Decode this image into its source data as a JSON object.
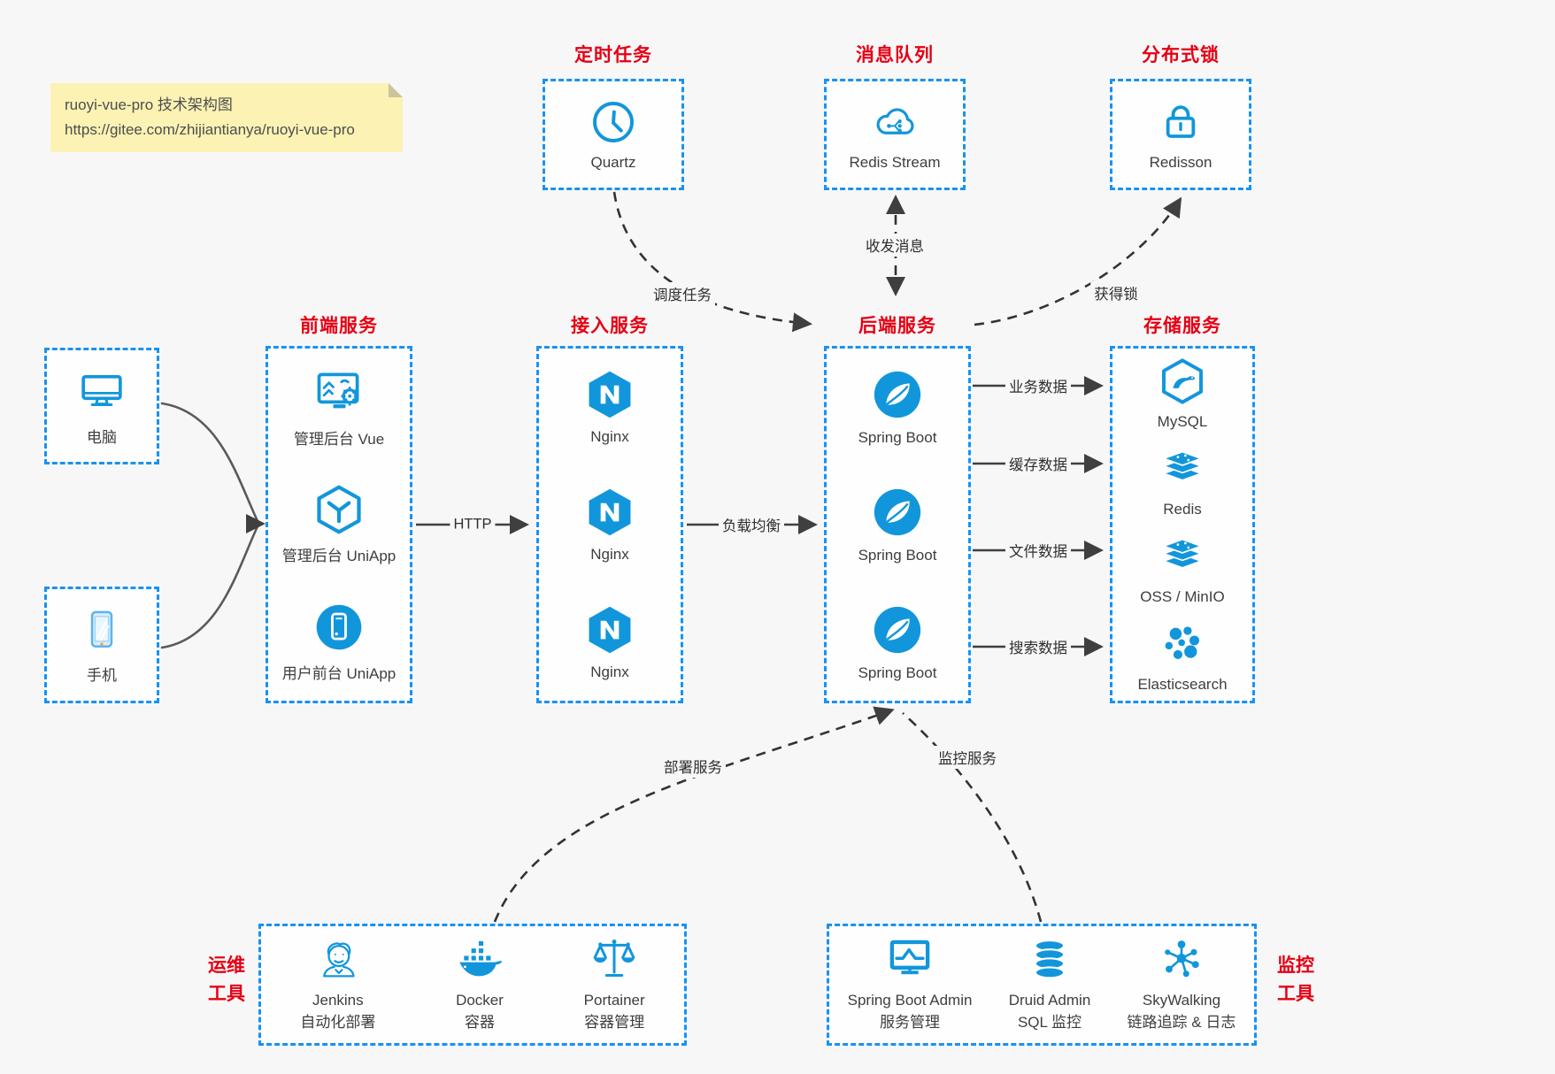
{
  "note": {
    "line1": "ruoyi-vue-pro 技术架构图",
    "line2": "https://gitee.com/zhijiantianya/ruoyi-vue-pro"
  },
  "top": {
    "scheduled": {
      "title": "定时任务",
      "item": {
        "label": "Quartz",
        "icon": "clock-icon"
      }
    },
    "mq": {
      "title": "消息队列",
      "item": {
        "label": "Redis Stream",
        "icon": "cloud-stream-icon"
      }
    },
    "lock": {
      "title": "分布式锁",
      "item": {
        "label": "Redisson",
        "icon": "lock-icon"
      }
    }
  },
  "clients": {
    "pc": {
      "label": "电脑",
      "icon": "desktop-icon"
    },
    "mobile": {
      "label": "手机",
      "icon": "phone-icon"
    }
  },
  "frontend": {
    "title": "前端服务",
    "items": [
      {
        "label": "管理后台 Vue",
        "icon": "admin-vue-icon"
      },
      {
        "label": "管理后台 UniApp",
        "icon": "uniapp-cube-icon"
      },
      {
        "label": "用户前台 UniApp",
        "icon": "user-uniapp-icon"
      }
    ]
  },
  "gateway": {
    "title": "接入服务",
    "items": [
      {
        "label": "Nginx",
        "icon": "nginx-icon"
      },
      {
        "label": "Nginx",
        "icon": "nginx-icon"
      },
      {
        "label": "Nginx",
        "icon": "nginx-icon"
      }
    ]
  },
  "backend": {
    "title": "后端服务",
    "items": [
      {
        "label": "Spring Boot",
        "icon": "spring-boot-icon"
      },
      {
        "label": "Spring Boot",
        "icon": "spring-boot-icon"
      },
      {
        "label": "Spring Boot",
        "icon": "spring-boot-icon"
      }
    ]
  },
  "storage": {
    "title": "存储服务",
    "items": [
      {
        "label": "MySQL",
        "icon": "mysql-icon"
      },
      {
        "label": "Redis",
        "icon": "redis-stack-icon"
      },
      {
        "label": "OSS / MinIO",
        "icon": "oss-minio-icon"
      },
      {
        "label": "Elasticsearch",
        "icon": "elasticsearch-icon"
      }
    ]
  },
  "ops": {
    "label": {
      "line1": "运维",
      "line2": "工具"
    },
    "items": [
      {
        "name": "Jenkins",
        "desc": "自动化部署",
        "icon": "jenkins-icon"
      },
      {
        "name": "Docker",
        "desc": "容器",
        "icon": "docker-icon"
      },
      {
        "name": "Portainer",
        "desc": "容器管理",
        "icon": "portainer-icon"
      }
    ]
  },
  "monitor": {
    "label": {
      "line1": "监控",
      "line2": "工具"
    },
    "items": [
      {
        "name": "Spring Boot Admin",
        "desc": "服务管理",
        "icon": "spring-boot-admin-icon"
      },
      {
        "name": "Druid Admin",
        "desc": "SQL 监控",
        "icon": "druid-icon"
      },
      {
        "name": "SkyWalking",
        "desc": "链路追踪 & 日志",
        "icon": "skywalking-icon"
      }
    ]
  },
  "edges": {
    "http": "HTTP",
    "load_balance": "负载均衡",
    "schedule": "调度任务",
    "message": "收发消息",
    "acquire_lock": "获得锁",
    "business_data": "业务数据",
    "cache_data": "缓存数据",
    "file_data": "文件数据",
    "search_data": "搜索数据",
    "deploy": "部署服务",
    "monitoring": "监控服务"
  },
  "colors": {
    "accent_blue": "#1296db",
    "border_blue": "#1892f2",
    "title_red": "#e60013",
    "note_bg": "#fbf2b4"
  }
}
